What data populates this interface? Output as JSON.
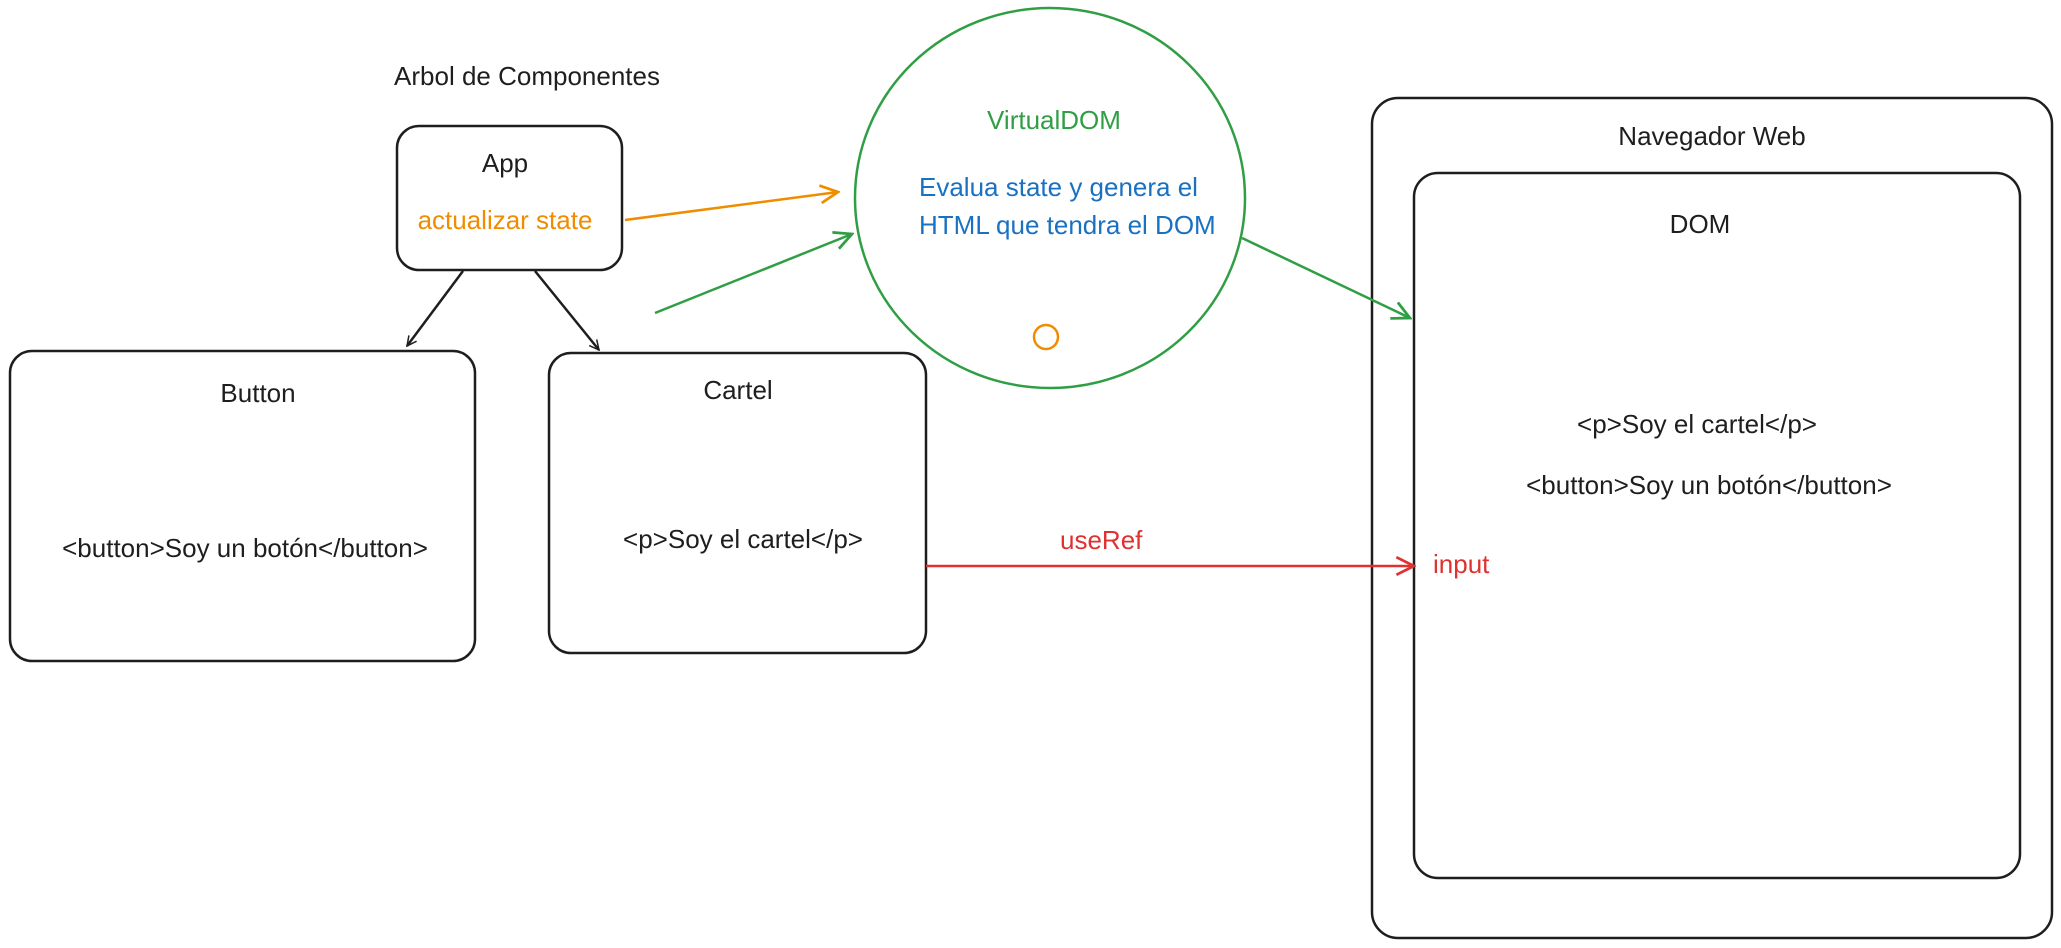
{
  "colors": {
    "stroke": "#1e1e1e",
    "orange": "#f08c00",
    "green": "#2f9e44",
    "blue": "#1971c2",
    "red": "#e03131",
    "background": "#ffffff"
  },
  "tree": {
    "title": "Arbol de Componentes",
    "app": {
      "label": "App",
      "action": "actualizar state"
    },
    "button": {
      "label": "Button",
      "content": "<button>Soy un botón</button>"
    },
    "cartel": {
      "label": "Cartel",
      "content": "<p>Soy el cartel</p>"
    }
  },
  "virtualdom": {
    "title": "VirtualDOM",
    "description": "Evalua state y genera el HTML que tendra el DOM"
  },
  "browser": {
    "title": "Navegador Web",
    "dom": {
      "title": "DOM",
      "line1": "<p>Soy el cartel</p>",
      "line2": "<button>Soy un botón</button>",
      "input": "input"
    }
  },
  "edges": {
    "useref_label": "useRef"
  }
}
